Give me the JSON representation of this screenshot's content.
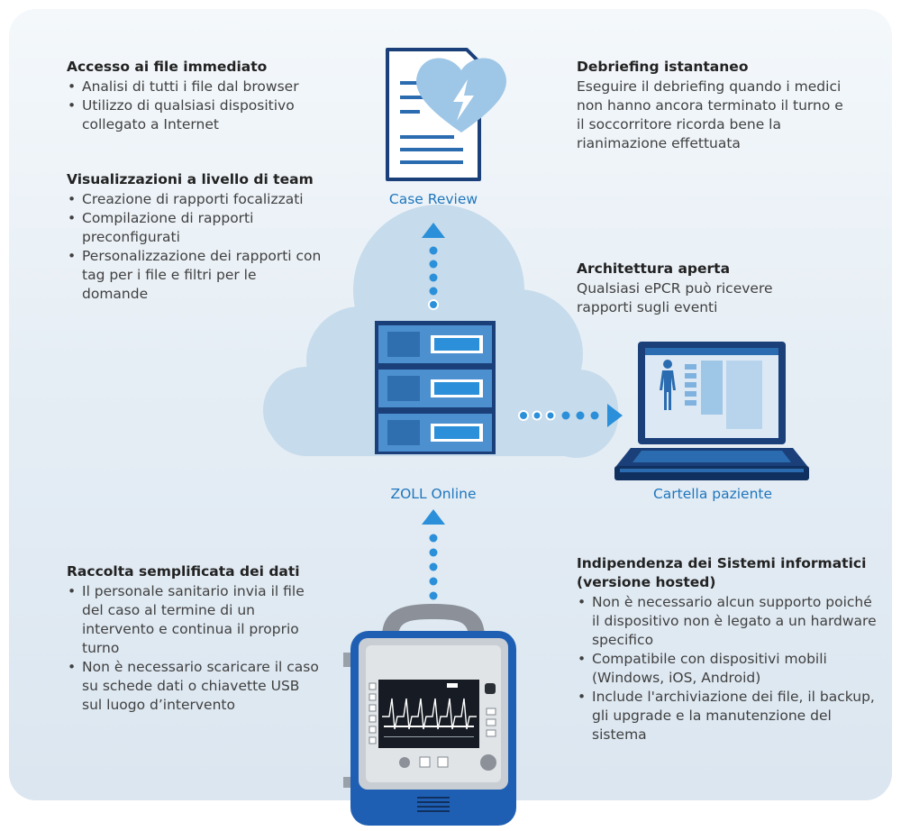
{
  "blocks": [
    {
      "title": "Accesso ai file immediato",
      "bullets": [
        "Analisi di tutti i file dal browser",
        "Utilizzo di qualsiasi dispositivo collegato a Internet"
      ]
    },
    {
      "title": "Visualizzazioni a livello di team",
      "bullets": [
        "Creazione di rapporti focalizzati",
        "Compilazione di rapporti preconfigurati",
        "Personalizzazione dei rapporti con tag per i file e filtri per le domande"
      ]
    },
    {
      "title": "Raccolta semplificata dei dati",
      "bullets": [
        "Il personale sanitario invia il file del caso al termine di un intervento e continua il proprio turno",
        "Non è necessario scaricare il caso su schede dati o chiavette USB sul luogo d’intervento"
      ]
    },
    {
      "title": "Debriefing istantaneo",
      "text": "Eseguire il debriefing quando i medici non hanno ancora terminato il turno e il soccorritore ricorda bene la rianimazione effettuata"
    },
    {
      "title": "Architettura aperta",
      "text": "Qualsiasi ePCR può ricevere rapporti sugli eventi"
    },
    {
      "title": "Indipendenza dei Sistemi informatici (versione hosted)",
      "bullets": [
        "Non è necessario alcun supporto poiché il dispositivo non è legato a un hardware specifico",
        "Compatibile con dispositivi mobili (Windows, iOS, Android)",
        "Include l'archiviazione dei file, il backup, gli upgrade e la manutenzione del sistema"
      ]
    }
  ],
  "captions": {
    "case_review": "Case Review",
    "zoll_online": "ZOLL Online",
    "patient_record": "Cartella paziente"
  },
  "colors": {
    "accent_blue": "#1f76bd",
    "arrow_blue": "#2b90d9",
    "light_blue": "#a9cde8",
    "panel_bg": "#e6eef5"
  }
}
